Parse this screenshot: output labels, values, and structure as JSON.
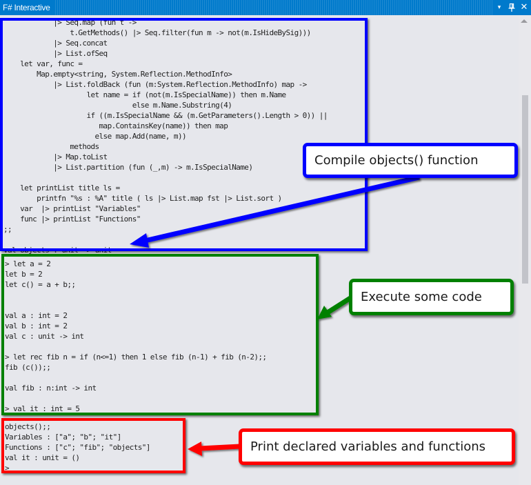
{
  "window": {
    "title": "F# Interactive",
    "controls": [
      {
        "name": "window-position-dropdown",
        "glyph": "▾"
      },
      {
        "name": "pin",
        "glyph": "⊥"
      },
      {
        "name": "close",
        "glyph": "✕"
      }
    ]
  },
  "sections": {
    "compile": {
      "lines": [
        "            |> Seq.map (fun t ->",
        "                t.GetMethods() |> Seq.filter(fun m -> not(m.IsHideBySig)))",
        "            |> Seq.concat",
        "            |> List.ofSeq",
        "    let var, func =",
        "        Map.empty<string, System.Reflection.MethodInfo>",
        "            |> List.foldBack (fun (m:System.Reflection.MethodInfo) map ->",
        "                    let name = if (not(m.IsSpecialName)) then m.Name",
        "                               else m.Name.Substring(4)",
        "                    if ((m.IsSpecialName && (m.GetParameters().Length > 0)) ||",
        "                       map.ContainsKey(name)) then map",
        "                      else map.Add(name, m))",
        "                methods",
        "            |> Map.toList",
        "            |> List.partition (fun (_,m) -> m.IsSpecialName)",
        "",
        "    let printList title ls =",
        "        printfn \"%s : %A\" title ( ls |> List.map fst |> List.sort )",
        "    var  |> printList \"Variables\"",
        "    func |> printList \"Functions\"",
        ";;",
        "",
        "val objects : unit -> unit"
      ],
      "callout": "Compile objects() function",
      "color": "#0000ff"
    },
    "execute": {
      "lines": [
        "> let a = 2",
        "let b = 2",
        "let c() = a + b;;",
        "",
        "",
        "val a : int = 2",
        "val b : int = 2",
        "val c : unit -> int",
        "",
        "> let rec fib n = if (n<=1) then 1 else fib (n-1) + fib (n-2);;",
        "fib (c());;",
        "",
        "val fib : n:int -> int",
        "",
        "> val it : int = 5"
      ],
      "callout": "Execute some code",
      "color": "#008000"
    },
    "print": {
      "lines": [
        "objects();;",
        "Variables : [\"a\"; \"b\"; \"it\"]",
        "Functions : [\"c\"; \"fib\"; \"objects\"]",
        "val it : unit = ()",
        ">"
      ],
      "callout": "Print declared variables and functions",
      "color": "#ff0000"
    }
  },
  "scrollbar": {
    "position_fraction": 0.15,
    "visible_fraction": 0.42
  }
}
